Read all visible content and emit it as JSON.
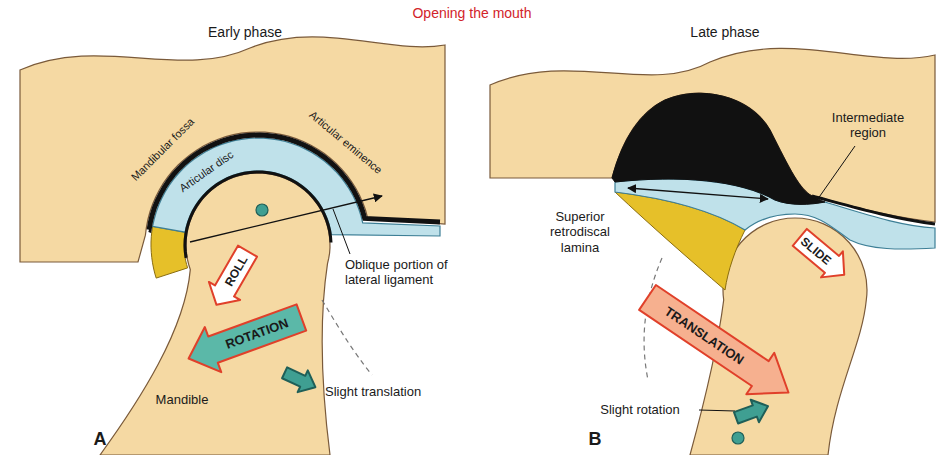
{
  "diagram": {
    "title": "Opening the mouth",
    "labels": [
      "Early phase",
      "Mandibular fossa",
      "Articular disc",
      "Articular eminence",
      "ROLL",
      "Oblique portion of lateral ligament",
      "ROTATION",
      "Slight translation",
      "Mandible",
      "A",
      "Late phase",
      "Superior retrodiscal lamina",
      "Intermediate region",
      "SLIDE",
      "TRANSLATION",
      "Slight rotation",
      "B"
    ]
  }
}
